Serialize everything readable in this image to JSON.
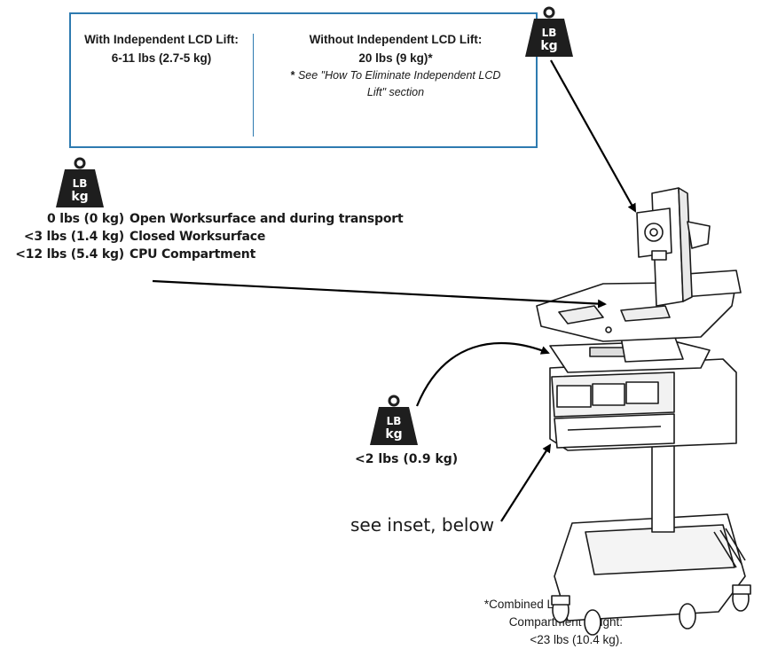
{
  "infobox": {
    "left_title": "With Independent LCD Lift:",
    "left_value": "6-11 lbs (2.7-5 kg)",
    "right_title": "Without Independent LCD Lift:",
    "right_value": "20 lbs (9 kg)*",
    "note_star": "*",
    "note_line1": "See \"How To Eliminate Independent LCD",
    "note_line2": "Lift\" section"
  },
  "weight_icon": {
    "line1": "LB",
    "line2": "kg"
  },
  "worksurface_weights": [
    {
      "amount": "0 lbs (0 kg)",
      "label": "Open Worksurface and during transport"
    },
    {
      "amount": "<3 lbs (1.4 kg)",
      "label": "Closed Worksurface"
    },
    {
      "amount": "<12 lbs (5.4 kg)",
      "label": "CPU Compartment"
    }
  ],
  "drawer_weight": "<2 lbs (0.9 kg)",
  "inset_label": "see inset, below",
  "footnote": {
    "line1": "*Combined LCD and CPU Compartment weight:",
    "line2": "<23 lbs (10.4 kg)."
  },
  "colors": {
    "box_border": "#2e7bb0",
    "icon_fill": "#1e1e1e",
    "line": "#000000"
  }
}
